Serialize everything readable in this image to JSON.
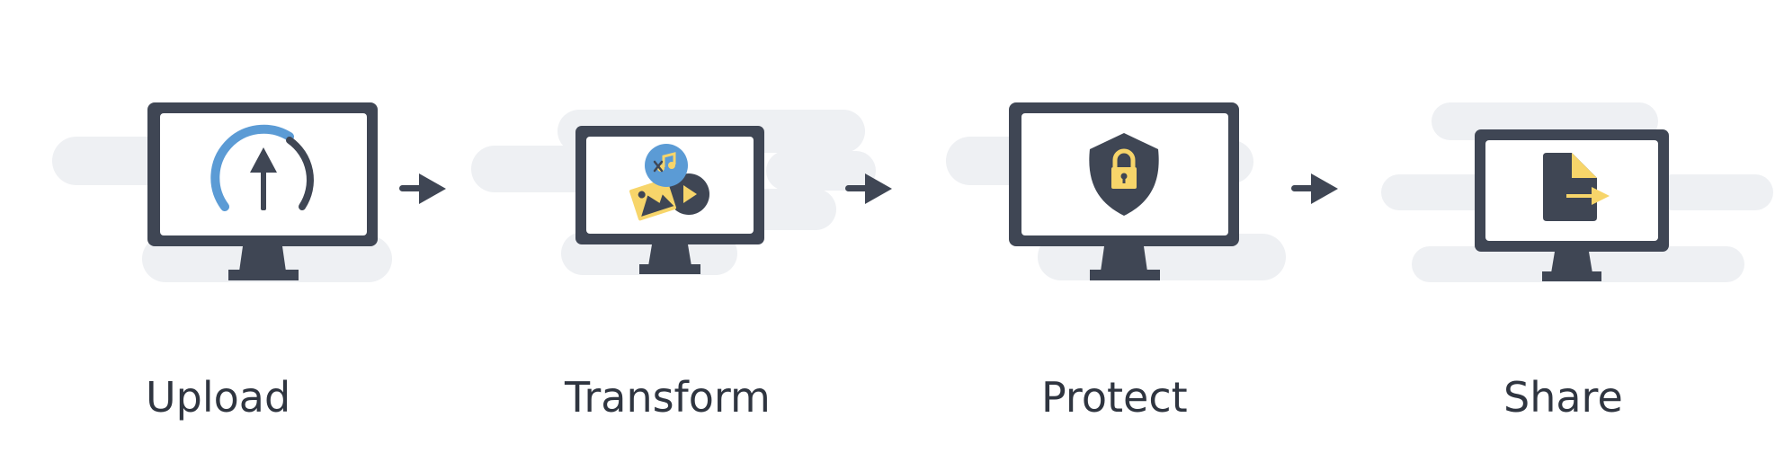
{
  "steps": [
    {
      "label": "Upload",
      "icon": "upload-gauge-icon"
    },
    {
      "label": "Transform",
      "icon": "media-files-icon"
    },
    {
      "label": "Protect",
      "icon": "shield-lock-icon"
    },
    {
      "label": "Share",
      "icon": "document-share-icon"
    }
  ],
  "colors": {
    "dark": "#3f4654",
    "cloud": "#eef0f3",
    "blue": "#5b9bd5",
    "yellow": "#f7d56a",
    "text": "#2f3540",
    "screen": "#ffffff"
  }
}
